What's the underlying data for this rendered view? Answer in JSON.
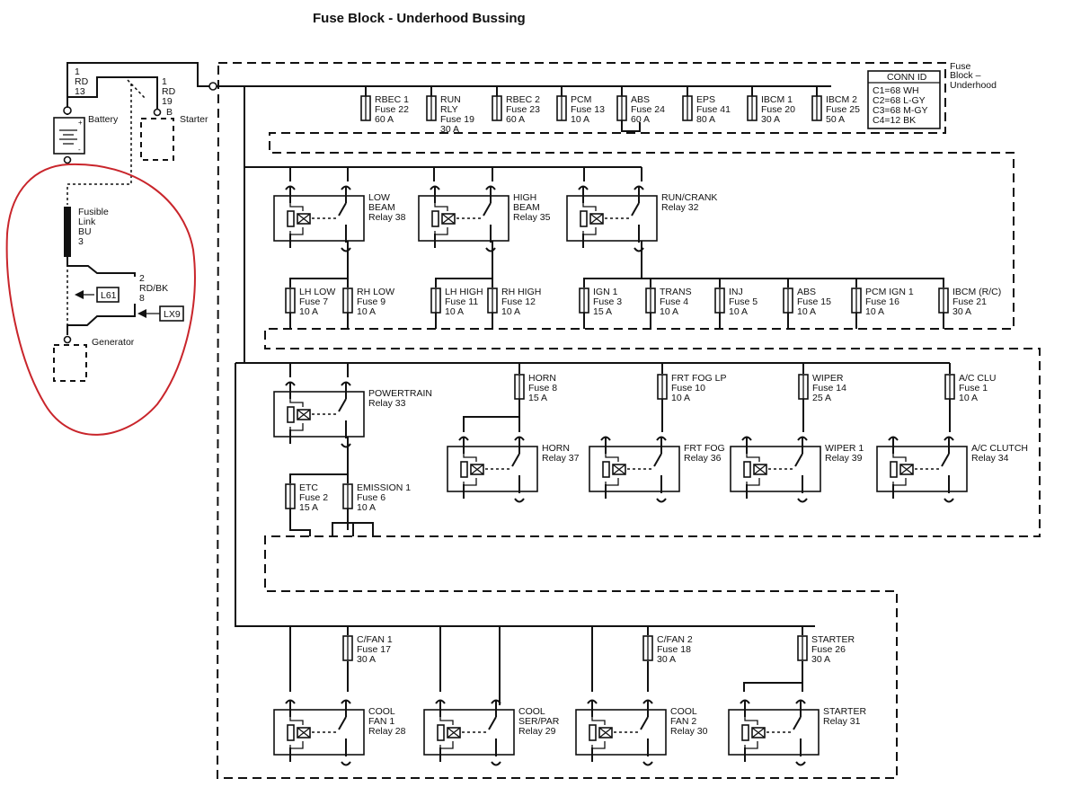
{
  "title": "Fuse Block - Underhood Bussing",
  "block_label": [
    "Fuse",
    "Block –",
    "Underhood"
  ],
  "conn_id": {
    "title": "CONN ID",
    "rows": [
      "C1=68 WH",
      "C2=68 L-GY",
      "C3=68 M-GY",
      "C4=12 BK"
    ]
  },
  "battery": {
    "label": "Battery",
    "plus": "+",
    "minus": "-",
    "wire1": [
      "1",
      "RD",
      "13"
    ],
    "wire2": [
      "1",
      "RD",
      "19",
      "B"
    ]
  },
  "starter": {
    "label": "Starter"
  },
  "fusible_link": [
    "Fusible",
    "Link",
    "BU",
    "3"
  ],
  "generator": {
    "label": "Generator",
    "wire": [
      "2",
      "RD/BK",
      "8"
    ],
    "options": [
      "L61",
      "LX9"
    ]
  },
  "top_fuses": [
    {
      "lines": [
        "RBEC 1",
        "Fuse 22",
        "60 A"
      ]
    },
    {
      "lines": [
        "RUN",
        "RLY",
        "Fuse 19",
        "30 A"
      ]
    },
    {
      "lines": [
        "RBEC 2",
        "Fuse 23",
        "60 A"
      ]
    },
    {
      "lines": [
        "PCM",
        "Fuse 13",
        "10 A"
      ]
    },
    {
      "lines": [
        "ABS",
        "Fuse 24",
        "60 A"
      ]
    },
    {
      "lines": [
        "EPS",
        "Fuse 41",
        "80 A"
      ]
    },
    {
      "lines": [
        "IBCM 1",
        "Fuse 20",
        "30 A"
      ]
    },
    {
      "lines": [
        "IBCM 2",
        "Fuse 25",
        "50 A"
      ]
    }
  ],
  "relays": [
    {
      "lines": [
        "LOW",
        "BEAM",
        "Relay 38"
      ]
    },
    {
      "lines": [
        "HIGH",
        "BEAM",
        "Relay 35"
      ]
    },
    {
      "lines": [
        "RUN/CRANK",
        "Relay 32"
      ]
    },
    {
      "lines": [
        "POWERTRAIN",
        "Relay 33"
      ]
    },
    {
      "lines": [
        "HORN",
        "Relay 37"
      ]
    },
    {
      "lines": [
        "FRT FOG",
        "Relay 36"
      ]
    },
    {
      "lines": [
        "WIPER 1",
        "Relay 39"
      ]
    },
    {
      "lines": [
        "A/C CLUTCH",
        "Relay 34"
      ]
    },
    {
      "lines": [
        "COOL",
        "FAN 1",
        "Relay 28"
      ]
    },
    {
      "lines": [
        "COOL",
        "SER/PAR",
        "Relay 29"
      ]
    },
    {
      "lines": [
        "COOL",
        "FAN 2",
        "Relay 30"
      ]
    },
    {
      "lines": [
        "STARTER",
        "Relay 31"
      ]
    }
  ],
  "fuses": [
    {
      "lines": [
        "LH LOW",
        "Fuse 7",
        "10 A"
      ]
    },
    {
      "lines": [
        "RH LOW",
        "Fuse 9",
        "10 A"
      ]
    },
    {
      "lines": [
        "LH HIGH",
        "Fuse 11",
        "10 A"
      ]
    },
    {
      "lines": [
        "RH HIGH",
        "Fuse 12",
        "10 A"
      ]
    },
    {
      "lines": [
        "IGN 1",
        "Fuse 3",
        "15 A"
      ]
    },
    {
      "lines": [
        "TRANS",
        "Fuse 4",
        "10 A"
      ]
    },
    {
      "lines": [
        "INJ",
        "Fuse 5",
        "10 A"
      ]
    },
    {
      "lines": [
        "ABS",
        "Fuse 15",
        "10 A"
      ]
    },
    {
      "lines": [
        "PCM IGN 1",
        "Fuse 16",
        "10 A"
      ]
    },
    {
      "lines": [
        "IBCM (R/C)",
        "Fuse 21",
        "30 A"
      ]
    },
    {
      "lines": [
        "HORN",
        "Fuse 8",
        "15 A"
      ]
    },
    {
      "lines": [
        "FRT FOG LP",
        "Fuse 10",
        "10 A"
      ]
    },
    {
      "lines": [
        "WIPER",
        "Fuse 14",
        "25 A"
      ]
    },
    {
      "lines": [
        "A/C CLU",
        "Fuse 1",
        "10 A"
      ]
    },
    {
      "lines": [
        "ETC",
        "Fuse 2",
        "15 A"
      ]
    },
    {
      "lines": [
        "EMISSION 1",
        "Fuse 6",
        "10 A"
      ]
    },
    {
      "lines": [
        "C/FAN 1",
        "Fuse 17",
        "30 A"
      ]
    },
    {
      "lines": [
        "C/FAN 2",
        "Fuse 18",
        "30 A"
      ]
    },
    {
      "lines": [
        "STARTER",
        "Fuse 26",
        "30 A"
      ]
    }
  ],
  "colors": {
    "ink": "#111111",
    "annotation": "#c9252b"
  }
}
